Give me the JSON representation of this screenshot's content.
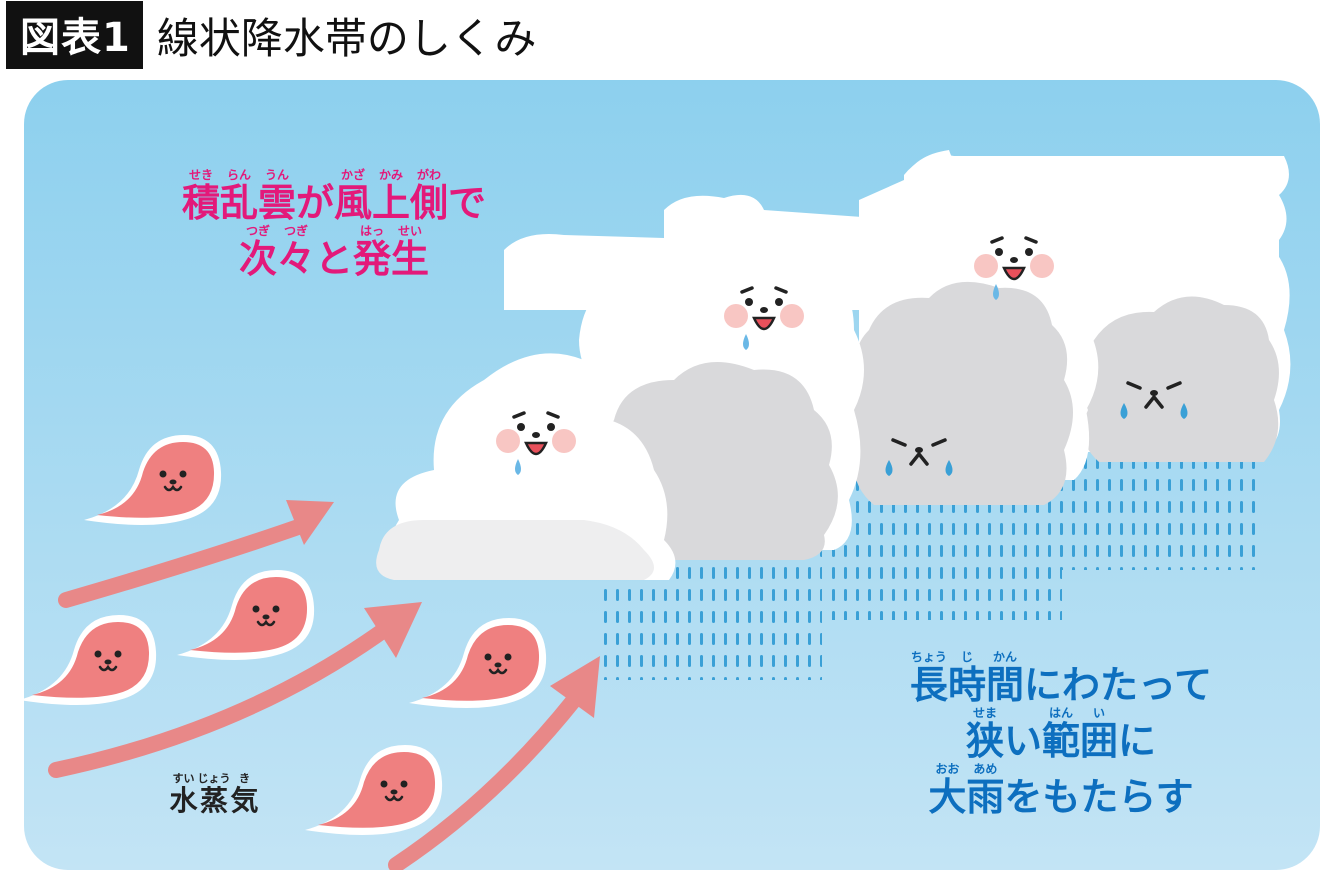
{
  "header": {
    "badge": "図表1",
    "title": "線状降水帯のしくみ"
  },
  "labels": {
    "cumulonimbus": [
      [
        {
          "base": "積",
          "ruby": "せき"
        },
        {
          "base": "乱",
          "ruby": "らん"
        },
        {
          "base": "雲",
          "ruby": "うん"
        },
        {
          "base": "が",
          "ruby": ""
        },
        {
          "base": "風",
          "ruby": "かざ"
        },
        {
          "base": "上",
          "ruby": "かみ"
        },
        {
          "base": "側",
          "ruby": "がわ"
        },
        {
          "base": "で",
          "ruby": ""
        }
      ],
      [
        {
          "base": "次",
          "ruby": "つぎ"
        },
        {
          "base": "々",
          "ruby": "つぎ"
        },
        {
          "base": "と",
          "ruby": ""
        },
        {
          "base": "発",
          "ruby": "はっ"
        },
        {
          "base": "生",
          "ruby": "せい"
        }
      ]
    ],
    "heavy_rain": [
      [
        {
          "base": "長",
          "ruby": "ちょう"
        },
        {
          "base": "時",
          "ruby": "じ"
        },
        {
          "base": "間",
          "ruby": "かん"
        },
        {
          "base": "にわたって",
          "ruby": ""
        }
      ],
      [
        {
          "base": "狭",
          "ruby": "せま"
        },
        {
          "base": "い",
          "ruby": ""
        },
        {
          "base": "範",
          "ruby": "はん"
        },
        {
          "base": "囲",
          "ruby": "い"
        },
        {
          "base": "に",
          "ruby": ""
        }
      ],
      [
        {
          "base": "大",
          "ruby": "おお"
        },
        {
          "base": "雨",
          "ruby": "あめ"
        },
        {
          "base": "をもたらす",
          "ruby": ""
        }
      ]
    ],
    "water_vapor": [
      [
        {
          "base": "水",
          "ruby": "すい"
        },
        {
          "base": "蒸",
          "ruby": "じょう"
        },
        {
          "base": "気",
          "ruby": "き"
        }
      ]
    ]
  },
  "colors": {
    "sky_top": "#8dd0ee",
    "sky_bottom": "#c3e4f5",
    "cloud_white": "#ffffff",
    "cloud_gray": "#d9d9db",
    "rain": "#3aa0d6",
    "arrow": "#e88888",
    "vapor": "#ef8080",
    "pink_text": "#e3197a",
    "blue_text": "#0d6fbf"
  },
  "icons": [
    "happy-cloud-face-icon",
    "crying-cloud-face-icon",
    "water-vapor-droplet-icon",
    "updraft-arrow-icon",
    "rain-streaks-icon"
  ]
}
